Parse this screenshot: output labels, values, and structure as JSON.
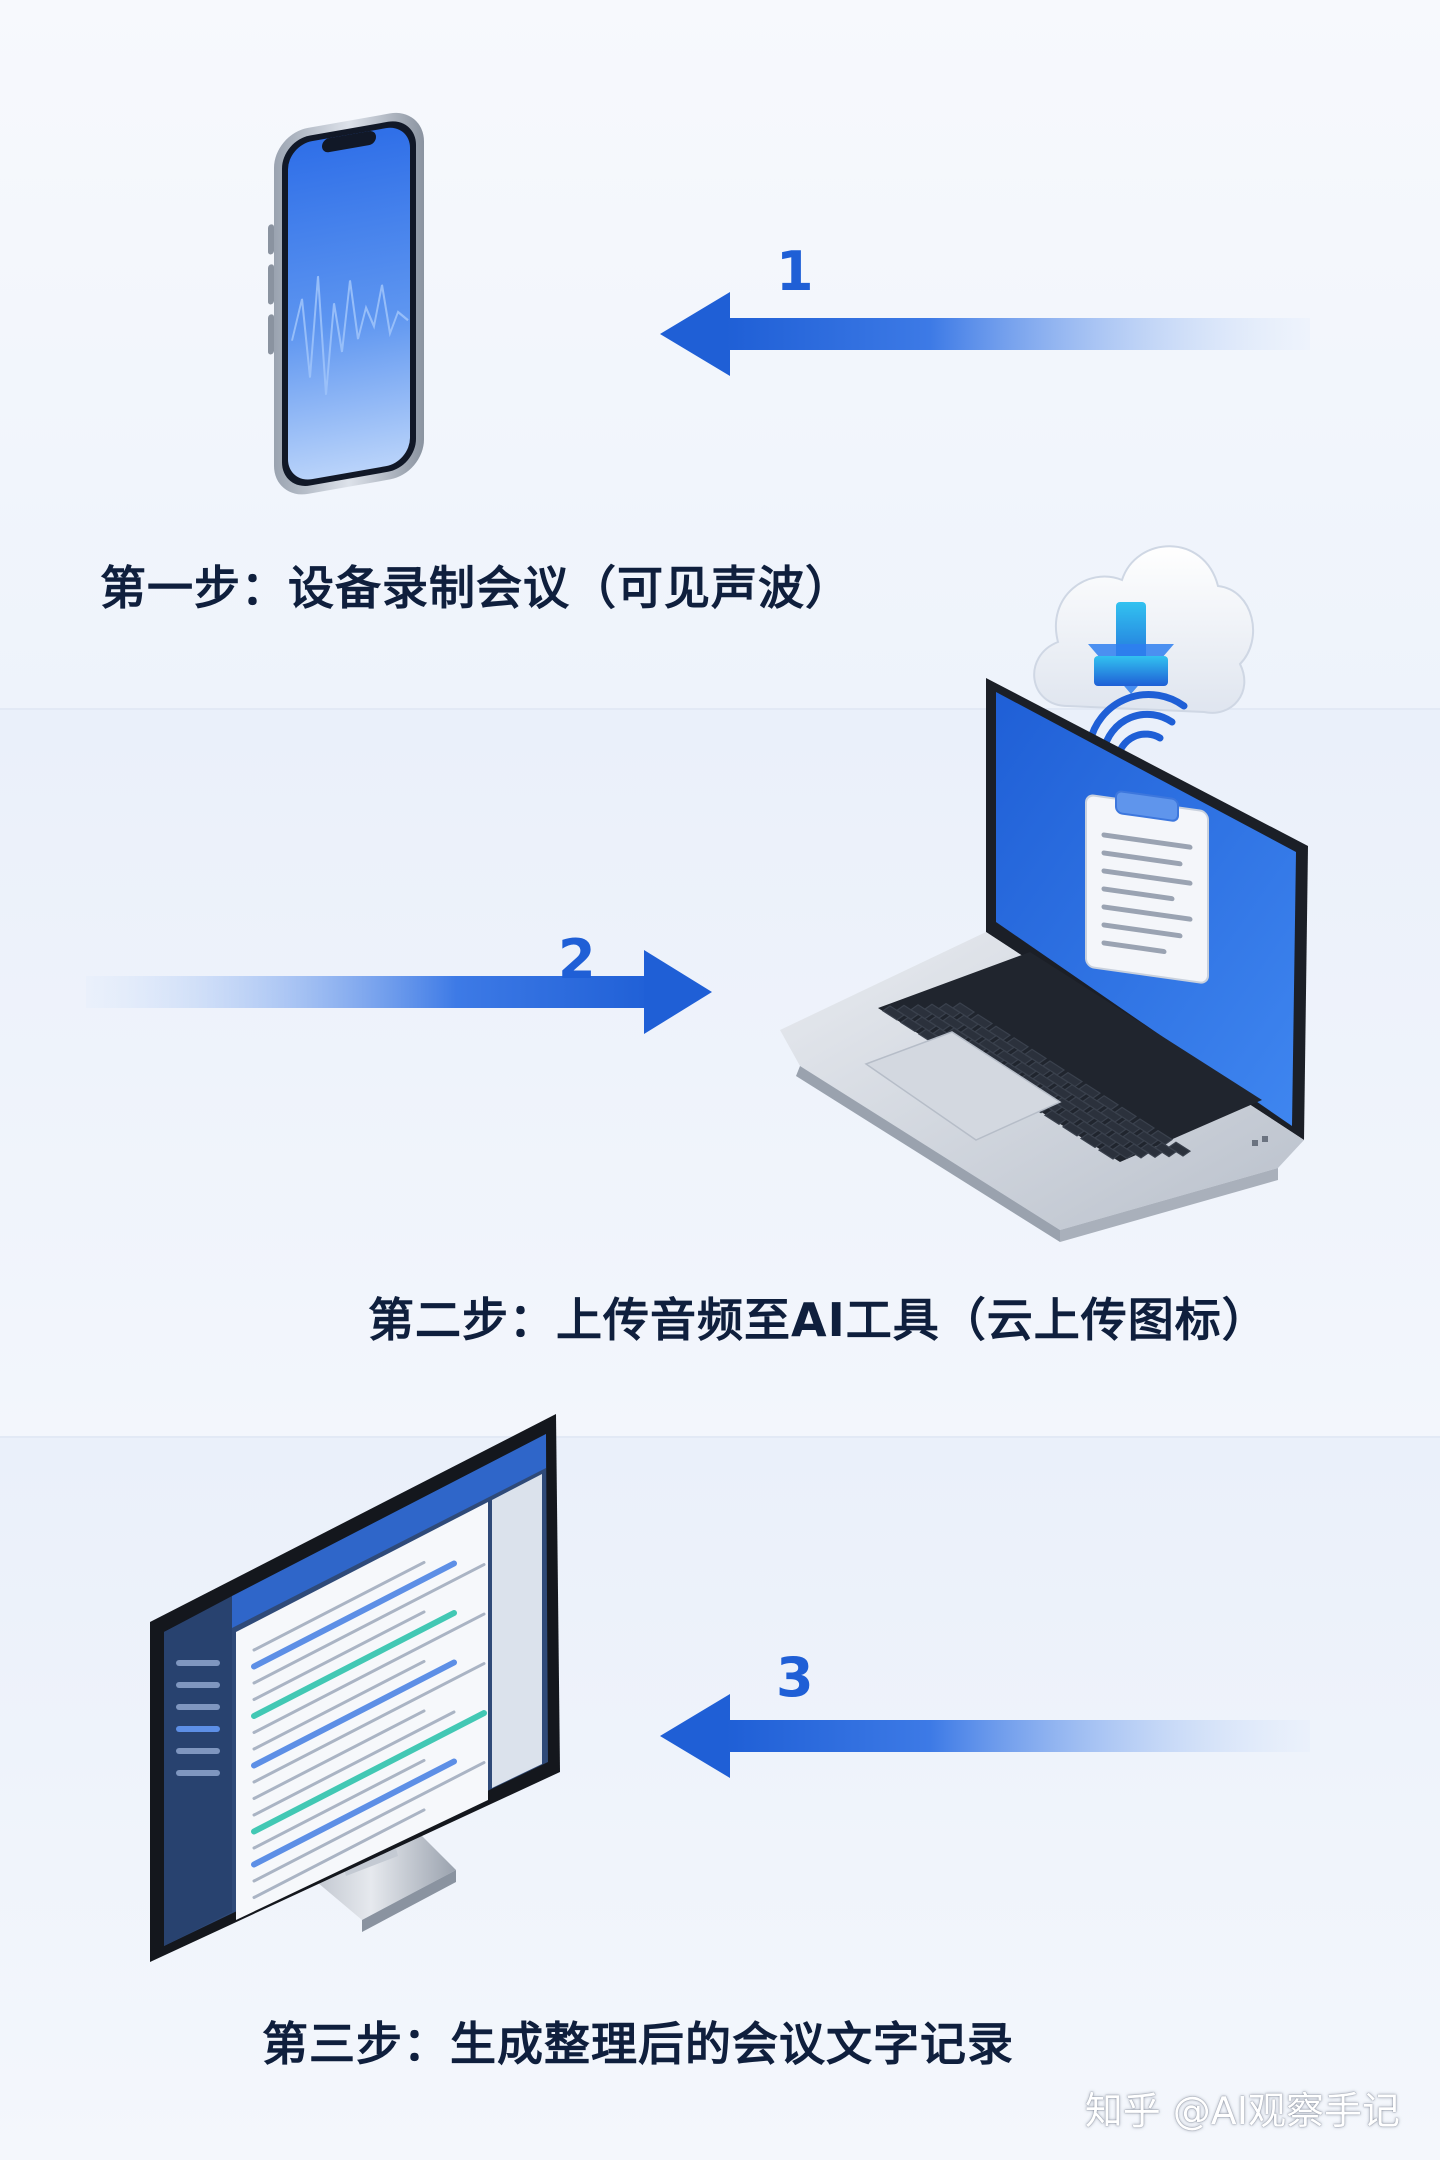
{
  "steps": [
    {
      "number": "1",
      "caption": "第一步：设备录制会议（可见声波）"
    },
    {
      "number": "2",
      "caption": "第二步：上传音频至AI工具（云上传图标）"
    },
    {
      "number": "3",
      "caption": "第三步：生成整理后的会议文字记录"
    }
  ],
  "watermark": "知乎 @AI观察手记",
  "colors": {
    "accent": "#1f5fd6",
    "caption": "#0f1f3d",
    "screen_blue": "#2f6fe8",
    "band": "#eef3fb"
  },
  "icons": [
    "smartphone-icon",
    "sound-wave-icon",
    "cloud-upload-icon",
    "wifi-icon",
    "clipboard-document-icon",
    "laptop-icon",
    "desktop-monitor-icon"
  ]
}
